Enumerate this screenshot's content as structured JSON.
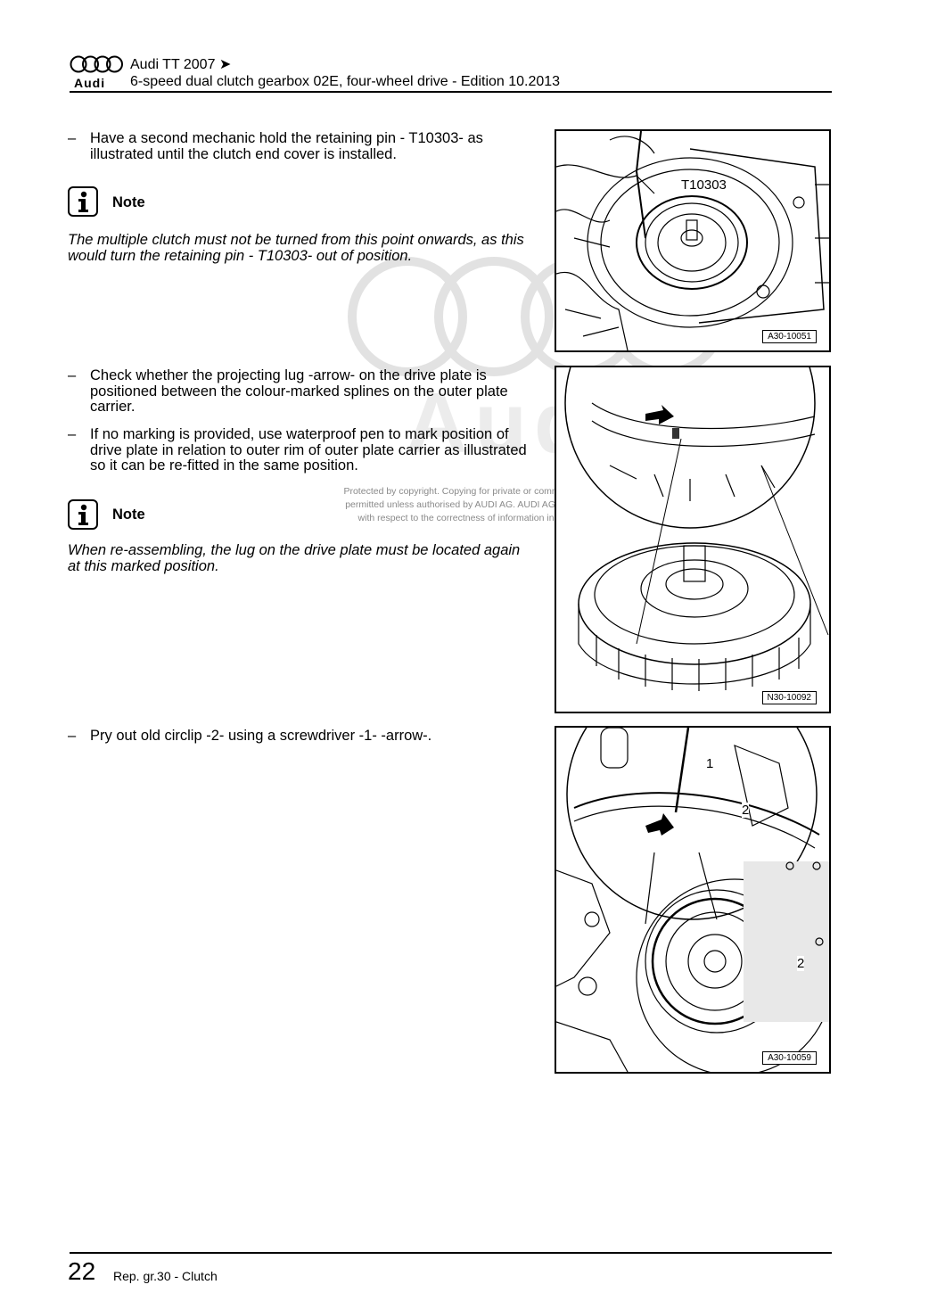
{
  "header": {
    "brand": "Audi",
    "model": "Audi TT 2007 ➤",
    "edition_line": "6-speed dual clutch gearbox 02E, four-wheel drive - Edition 10.2013"
  },
  "steps": [
    {
      "dash": "–",
      "text": "Have a second mechanic hold the retaining pin - T10303- as illustrated until the clutch end cover is installed."
    },
    {
      "dash": "–",
      "text": "Check whether the projecting lug -arrow- on the drive plate is positioned between the colour-marked splines on the outer plate carrier."
    },
    {
      "dash": "–",
      "text": "If no marking is provided, use waterproof pen to mark position of drive plate in relation to outer rim of outer plate carrier as illustrated so it can be re-fitted in the same position."
    },
    {
      "dash": "–",
      "text": "Pry out old circlip -2- using a screwdriver -1- -arrow-."
    }
  ],
  "notes": [
    {
      "label": "Note",
      "text": "The multiple clutch must not be turned from this point onwards, as this would turn the retaining pin - T10303- out of position."
    },
    {
      "label": "Note",
      "text": "When re-assembling, the lug on the drive plate must be located again at this marked position."
    }
  ],
  "figures": [
    {
      "code": "A30-10051",
      "callouts": [
        "T10303"
      ]
    },
    {
      "code": "N30-10092",
      "callouts": []
    },
    {
      "code": "A30-10059",
      "callouts": [
        "1",
        "2",
        "2"
      ]
    }
  ],
  "watermark": {
    "word": "Audi",
    "lines": [
      "Protected by copyright. Copying for private or commercial purposes, in part or in whole, is not",
      "permitted unless authorised by AUDI AG. AUDI AG does not guarantee or accept any liability",
      "with respect to the correctness of information in this document. Copyright by AUDI AG."
    ]
  },
  "footer": {
    "page": "22",
    "chapter": "Rep. gr.30 - Clutch"
  }
}
